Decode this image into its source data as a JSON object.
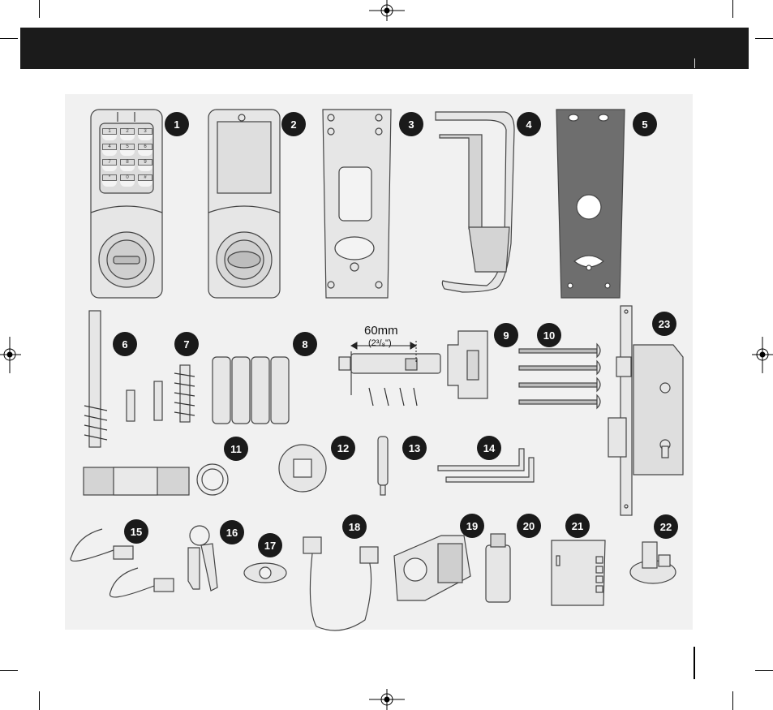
{
  "measure": {
    "length": "60mm",
    "imperial": "(2³/₈\")"
  },
  "parts": [
    {
      "number": "1"
    },
    {
      "number": "2"
    },
    {
      "number": "3"
    },
    {
      "number": "4"
    },
    {
      "number": "5"
    },
    {
      "number": "6"
    },
    {
      "number": "7"
    },
    {
      "number": "8"
    },
    {
      "number": "9"
    },
    {
      "number": "10"
    },
    {
      "number": "11"
    },
    {
      "number": "12"
    },
    {
      "number": "13"
    },
    {
      "number": "14"
    },
    {
      "number": "15"
    },
    {
      "number": "16"
    },
    {
      "number": "17"
    },
    {
      "number": "18"
    },
    {
      "number": "19"
    },
    {
      "number": "20"
    },
    {
      "number": "21"
    },
    {
      "number": "22"
    },
    {
      "number": "23"
    }
  ],
  "keypad": {
    "keys": [
      "1",
      "2",
      "3",
      "4",
      "5",
      "6",
      "7",
      "8",
      "9",
      "*",
      "0",
      "#"
    ]
  },
  "colors": {
    "header": "#1b1b1b",
    "panel": "#f1f1f1",
    "badge": "#1a1a1a",
    "part_fill": "#e6e6e6",
    "plate_dark": "#6e6e6e"
  }
}
